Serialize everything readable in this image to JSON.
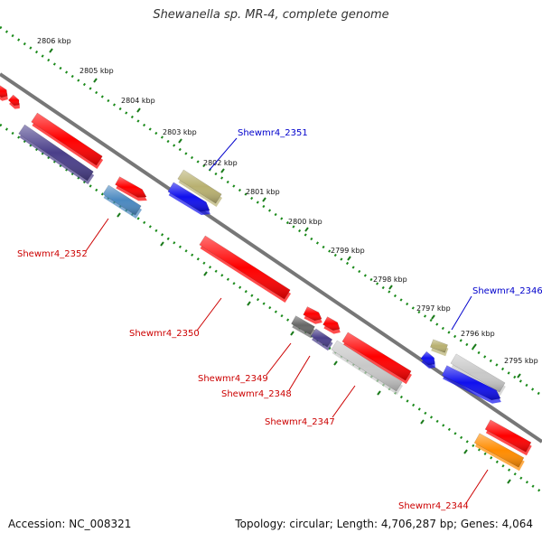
{
  "title": "Shewanella sp. MR-4, complete genome",
  "footer": {
    "accession": "Accession: NC_008321",
    "summary": "Topology: circular; Length: 4,706,287 bp; Genes: 4,064"
  },
  "scale_ticks": [
    "2806 kbp",
    "2805 kbp",
    "2804 kbp",
    "2803 kbp",
    "2802 kbp",
    "2801 kbp",
    "2800 kbp",
    "2799 kbp",
    "2798 kbp",
    "2797 kbp",
    "2796 kbp",
    "2795 kbp"
  ],
  "gene_labels": [
    {
      "text": "Shewmr4_2351",
      "color": "#0000cc"
    },
    {
      "text": "Shewmr4_2346",
      "color": "#0000cc"
    },
    {
      "text": "Shewmr4_2352",
      "color": "#cc0000"
    },
    {
      "text": "Shewmr4_2350",
      "color": "#cc0000"
    },
    {
      "text": "Shewmr4_2349",
      "color": "#cc0000"
    },
    {
      "text": "Shewmr4_2348",
      "color": "#cc0000"
    },
    {
      "text": "Shewmr4_2347",
      "color": "#cc0000"
    },
    {
      "text": "Shewmr4_2344",
      "color": "#cc0000"
    }
  ],
  "colors": {
    "backbone": "#777777",
    "gc_dots": "#1a8a1a",
    "red": "#ff0000",
    "blue": "#1010ee",
    "navy": "#4a3f8a",
    "steel": "#4a88c0",
    "olive": "#b8b070",
    "grey": "#666666",
    "lightgrey": "#c8c8c8",
    "orange": "#ff8c00"
  }
}
